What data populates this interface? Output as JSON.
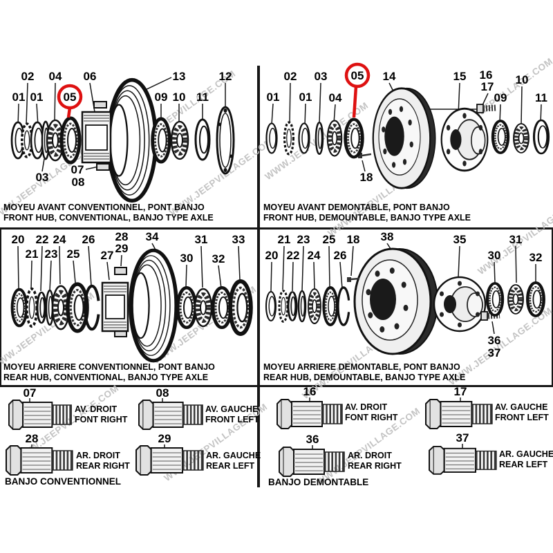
{
  "watermark_text": "WWW.JEEPVILLAGE.COM",
  "colors": {
    "highlight_red": "#de1111",
    "line_black": "#161616",
    "watermark_gray": "#bdbdbd"
  },
  "sections": {
    "front_conventional": {
      "caption_line1": "MOYEU AVANT CONVENTIONNEL, PONT BANJO",
      "caption_line2": "FRONT HUB, CONVENTIONAL, BANJO TYPE AXLE",
      "highlighted_part": "05",
      "labels": {
        "n01a": "01",
        "n02": "02",
        "n01b": "01",
        "n03": "03",
        "n04": "04",
        "n05": "05",
        "n06": "06",
        "n07": "07",
        "n08": "08",
        "n09": "09",
        "n10": "10",
        "n11": "11",
        "n12": "12",
        "n13": "13"
      }
    },
    "front_demountable": {
      "caption_line1": "MOYEU AVANT DEMONTABLE, PONT BANJO",
      "caption_line2": "FRONT HUB, DEMOUNTABLE, BANJO TYPE AXLE",
      "highlighted_part": "05",
      "labels": {
        "n01a": "01",
        "n02": "02",
        "n01b": "01",
        "n03": "03",
        "n04": "04",
        "n05": "05",
        "n14": "14",
        "n15": "15",
        "n16": "16",
        "n17": "17",
        "n09": "09",
        "n10": "10",
        "n11": "11",
        "n18": "18"
      }
    },
    "rear_conventional": {
      "caption_line1": "MOYEU ARRIERE CONVENTIONNEL, PONT BANJO",
      "caption_line2": "REAR HUB, CONVENTIONAL, BANJO TYPE AXLE",
      "labels": {
        "n20": "20",
        "n21": "21",
        "n22": "22",
        "n23": "23",
        "n24": "24",
        "n25": "25",
        "n26": "26",
        "n27": "27",
        "n28": "28",
        "n29": "29",
        "n30": "30",
        "n31": "31",
        "n32": "32",
        "n33": "33",
        "n34": "34"
      }
    },
    "rear_demountable": {
      "caption_line1": "MOYEU ARRIERE DEMONTABLE, PONT BANJO",
      "caption_line2": "REAR HUB, DEMOUNTABLE, BANJO TYPE AXLE",
      "labels": {
        "n20": "20",
        "n21": "21",
        "n22": "22",
        "n23": "23",
        "n24": "24",
        "n25": "25",
        "n26": "26",
        "n18": "18",
        "n38": "38",
        "n35": "35",
        "n30": "30",
        "n31": "31",
        "n32": "32",
        "n36": "36",
        "n37": "37"
      }
    },
    "banjo_conventional": {
      "title": "BANJO CONVENTIONNEL",
      "bolts": [
        {
          "num": "07",
          "label_line1": "AV. DROIT",
          "label_line2": "FONT RIGHT"
        },
        {
          "num": "08",
          "label_line1": "AV. GAUCHE",
          "label_line2": "FRONT LEFT"
        },
        {
          "num": "28",
          "label_line1": "AR. DROIT",
          "label_line2": "REAR RIGHT"
        },
        {
          "num": "29",
          "label_line1": "AR. GAUCHE",
          "label_line2": "REAR LEFT"
        }
      ]
    },
    "banjo_demountable": {
      "title": "BANJO DEMONTABLE",
      "bolts": [
        {
          "num": "16",
          "label_line1": "AV. DROIT",
          "label_line2": "FONT RIGHT"
        },
        {
          "num": "17",
          "label_line1": "AV. GAUCHE",
          "label_line2": "FRONT LEFT"
        },
        {
          "num": "36",
          "label_line1": "AR. DROIT",
          "label_line2": "REAR RIGHT"
        },
        {
          "num": "37",
          "label_line1": "AR. GAUCHE",
          "label_line2": "REAR LEFT"
        }
      ]
    }
  }
}
